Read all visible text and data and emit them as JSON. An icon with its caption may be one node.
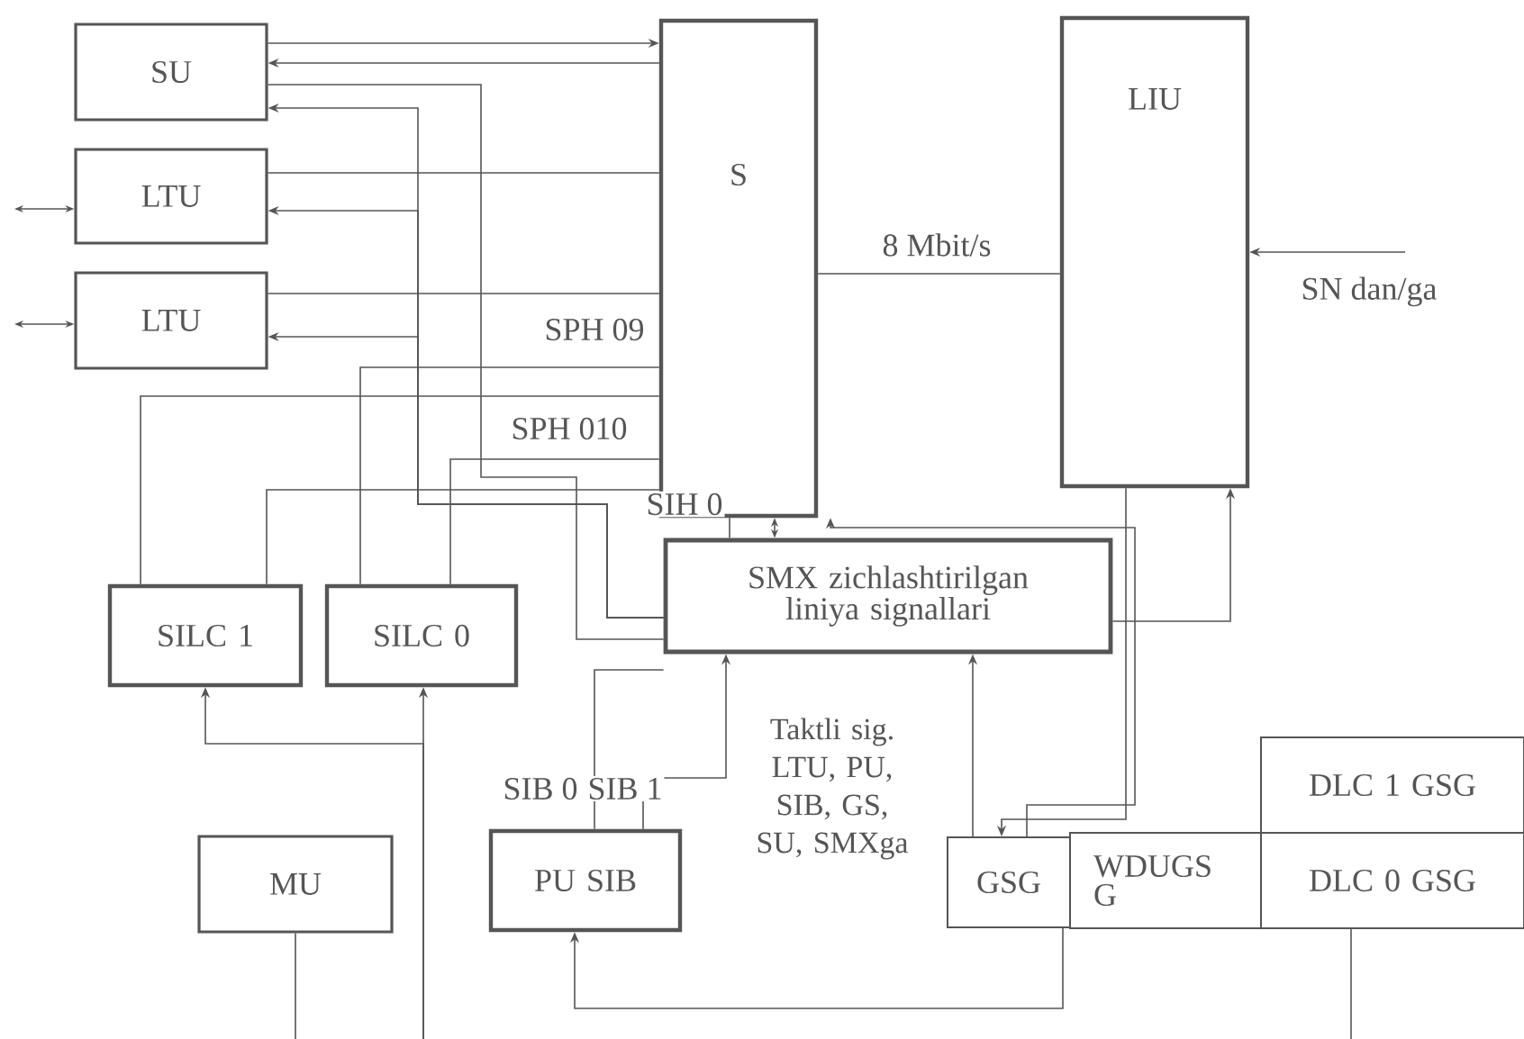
{
  "diagram": {
    "nodes": [
      {
        "text": [
          "SU"
        ]
      },
      {
        "text": [
          "LTU"
        ]
      },
      {
        "text": [
          "LTU"
        ]
      },
      {
        "text": [
          "S"
        ]
      },
      {
        "text": [
          "LIU"
        ]
      },
      {
        "text": [
          "SMX zichlashtirilgan liniya signallari"
        ]
      },
      {
        "text": [
          "SILC 1"
        ]
      },
      {
        "text": [
          "SILC 0"
        ]
      },
      {
        "text": [
          "MU"
        ]
      },
      {
        "text": [
          "PU SIB"
        ]
      },
      {
        "text": [
          "GSG"
        ]
      },
      {
        "text": [
          "WDUGS G"
        ]
      },
      {
        "text": [
          "DLC 1 GSG"
        ]
      },
      {
        "text": [
          "DLC 0 GSG"
        ]
      }
    ],
    "edges": [
      {
        "from": 0,
        "to": 3,
        "arrow": "to"
      },
      {
        "from": 3,
        "to": 0,
        "arrow": "to"
      },
      {
        "from": 0,
        "to": 5,
        "arrow": "none"
      },
      {
        "from": 5,
        "to": 0,
        "arrow": "to"
      },
      {
        "from": 5,
        "to": 1,
        "arrow": "to"
      },
      {
        "from": 1,
        "to": 3,
        "arrow": "none"
      },
      {
        "from": 2,
        "to": 3,
        "arrow": "none"
      },
      {
        "from": 5,
        "to": 2,
        "arrow": "to"
      },
      {
        "from": null,
        "to": 1,
        "arrow": "both"
      },
      {
        "from": null,
        "to": 2,
        "arrow": "both"
      },
      {
        "from": 3,
        "to": 7,
        "arrow": "none",
        "label": "SPH 09"
      },
      {
        "from": 3,
        "to": 6,
        "arrow": "none"
      },
      {
        "from": 3,
        "to": 7,
        "arrow": "none",
        "label": "SPH 010"
      },
      {
        "from": 6,
        "to": 3,
        "arrow": "none"
      },
      {
        "from": 5,
        "to": 9,
        "arrow": "none",
        "label": "SIB 0"
      },
      {
        "from": 9,
        "to": 5,
        "arrow": "to",
        "label": "SIB 1"
      },
      {
        "from": null,
        "to": 7,
        "arrow": "to"
      },
      {
        "from": null,
        "to": 6,
        "arrow": "to"
      },
      {
        "from": 8,
        "to": null,
        "arrow": "none"
      },
      {
        "from": 3,
        "to": 5,
        "arrow": "none",
        "label": "SIH 0"
      },
      {
        "from": 3,
        "to": 5,
        "arrow": "both"
      },
      {
        "from": 10,
        "to": 3,
        "arrow": "to"
      },
      {
        "from": 4,
        "to": 10,
        "arrow": "to"
      },
      {
        "from": 10,
        "to": 5,
        "arrow": "to"
      },
      {
        "from": 5,
        "to": 4,
        "arrow": "to"
      },
      {
        "from": 10,
        "to": 9,
        "arrow": "to"
      },
      {
        "from": 13,
        "to": null,
        "arrow": "none"
      },
      {
        "from": null,
        "to": 4,
        "arrow": "to",
        "label": "SN dan/ga"
      },
      {
        "from": 3,
        "to": 4,
        "arrow": "none",
        "label": "8 Mbit/s"
      }
    ],
    "labels": [
      "Taktli sig. LTU, PU, SIB, GS, SU, SMXga"
    ]
  }
}
